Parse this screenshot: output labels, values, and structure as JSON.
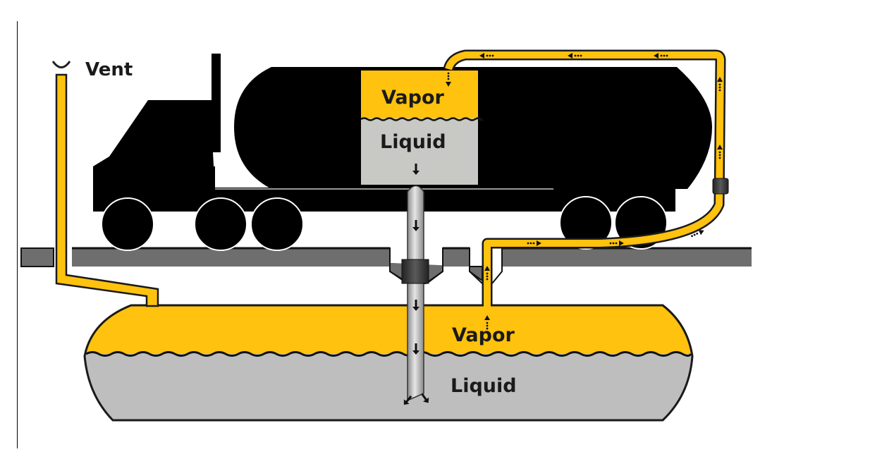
{
  "diagram": {
    "title": "Vapor balancing during underground tank fuel delivery",
    "labels": {
      "vent": "Vent",
      "truck_vapor": "Vapor",
      "truck_liquid": "Liquid",
      "tank_vapor": "Vapor",
      "tank_liquid": "Liquid"
    },
    "colors": {
      "vapor": "#FFC20E",
      "liquid_truck": "#C8C8C4",
      "liquid_tank": "#BEBEBE",
      "truck": "#000000",
      "road": "#6E6E6E",
      "outline": "#1a1a1a",
      "pipe": "#B5B5B5",
      "coupler": "#3C3C3C"
    },
    "flows": {
      "liquid_drop": "down",
      "vapor_return": "tank-to-truck"
    }
  }
}
